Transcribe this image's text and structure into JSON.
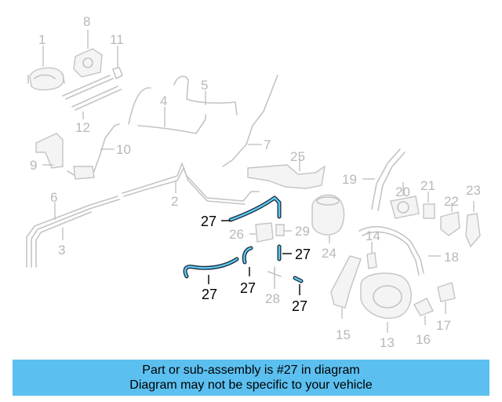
{
  "part_numbers": {
    "n1": "1",
    "n2": "2",
    "n3": "3",
    "n4": "4",
    "n5": "5",
    "n6": "6",
    "n7": "7",
    "n8": "8",
    "n9": "9",
    "n10": "10",
    "n11": "11",
    "n12": "12",
    "n13": "13",
    "n14": "14",
    "n15": "15",
    "n16": "16",
    "n17": "17",
    "n18": "18",
    "n19": "19",
    "n20": "20",
    "n21": "21",
    "n22": "22",
    "n23": "23",
    "n24": "24",
    "n25": "25",
    "n26": "26",
    "n28": "28",
    "n29": "29"
  },
  "highlighted_part": {
    "label": "27",
    "color_highlight": "#5ec8f0",
    "color_outline": "#1a2a3a"
  },
  "banner": {
    "line1": "Part or sub-assembly is #27 in diagram",
    "line2": "Diagram may not be specific to your vehicle",
    "background": "#5bc0f0"
  }
}
